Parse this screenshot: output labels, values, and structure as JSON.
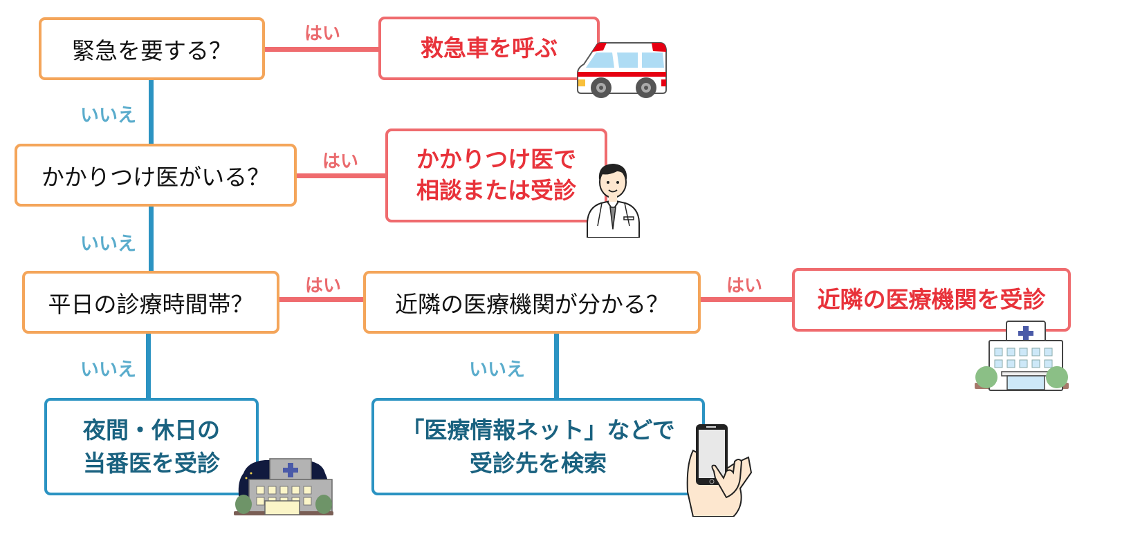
{
  "labels": {
    "yes": "はい",
    "no": "いいえ"
  },
  "colors": {
    "question_border": "#f4a55a",
    "yes_line": "#ef6b6e",
    "yes_text": "#e8323a",
    "no_line": "#2b93c2",
    "no_text": "#1a6280"
  },
  "questions": {
    "q1": "緊急を要する？",
    "q2": "かかりつけ医がいる？",
    "q3": "平日の診療時間帯？",
    "q4": "近隣の医療機関が分かる？"
  },
  "outcomes": {
    "ambulance": "救急車を呼ぶ",
    "family_doctor_line1": "かかりつけ医で",
    "family_doctor_line2": "相談または受診",
    "nearby_clinic": "近隣の医療機関を受診",
    "night_holiday_line1": "夜間・休日の",
    "night_holiday_line2": "当番医を受診",
    "search_line1": "「医療情報ネット」などで",
    "search_line2": "受診先を検索"
  },
  "illustrations": [
    "ambulance-icon",
    "doctor-icon",
    "hospital-icon",
    "night-hospital-icon",
    "smartphone-icon"
  ]
}
